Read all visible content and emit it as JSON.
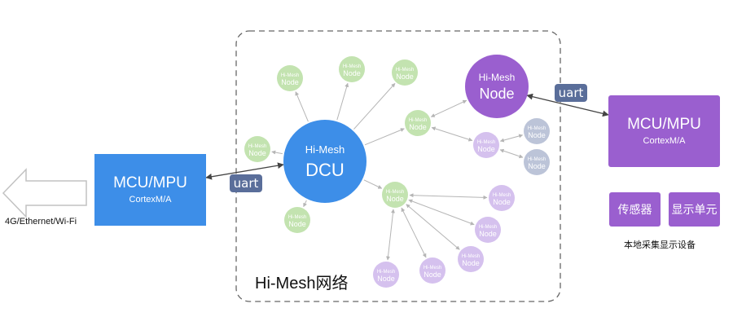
{
  "left_arrow": {
    "label": "4G/Ethernet/Wi-Fi"
  },
  "left_mcu": {
    "title": "MCU/MPU",
    "subtitle": "CortexM/A",
    "color": "#3d8ee8"
  },
  "right_mcu": {
    "title": "MCU/MPU",
    "subtitle": "CortexM/A",
    "color": "#9a5fcf"
  },
  "uart_left": {
    "label": "uart",
    "color": "#5a6e9a"
  },
  "uart_right": {
    "label": "uart",
    "color": "#5a6e9a"
  },
  "dcu": {
    "line1": "Hi-Mesh",
    "line2": "DCU",
    "color": "#3d8ee8"
  },
  "hub_node": {
    "line1": "Hi-Mesh",
    "line2": "Node",
    "color": "#9a5fcf"
  },
  "network_label": "Hi-Mesh网络",
  "small_node": {
    "line1": "Hi-Mesh",
    "line2": "Node"
  },
  "node_colors": {
    "green": "#c3e3b0",
    "lavender": "#d5c1ee",
    "gray": "#bcc4d8"
  },
  "local_devices": {
    "sensor": "传感器",
    "display": "显示单元",
    "caption": "本地采集显示设备",
    "color": "#9a5fcf"
  }
}
